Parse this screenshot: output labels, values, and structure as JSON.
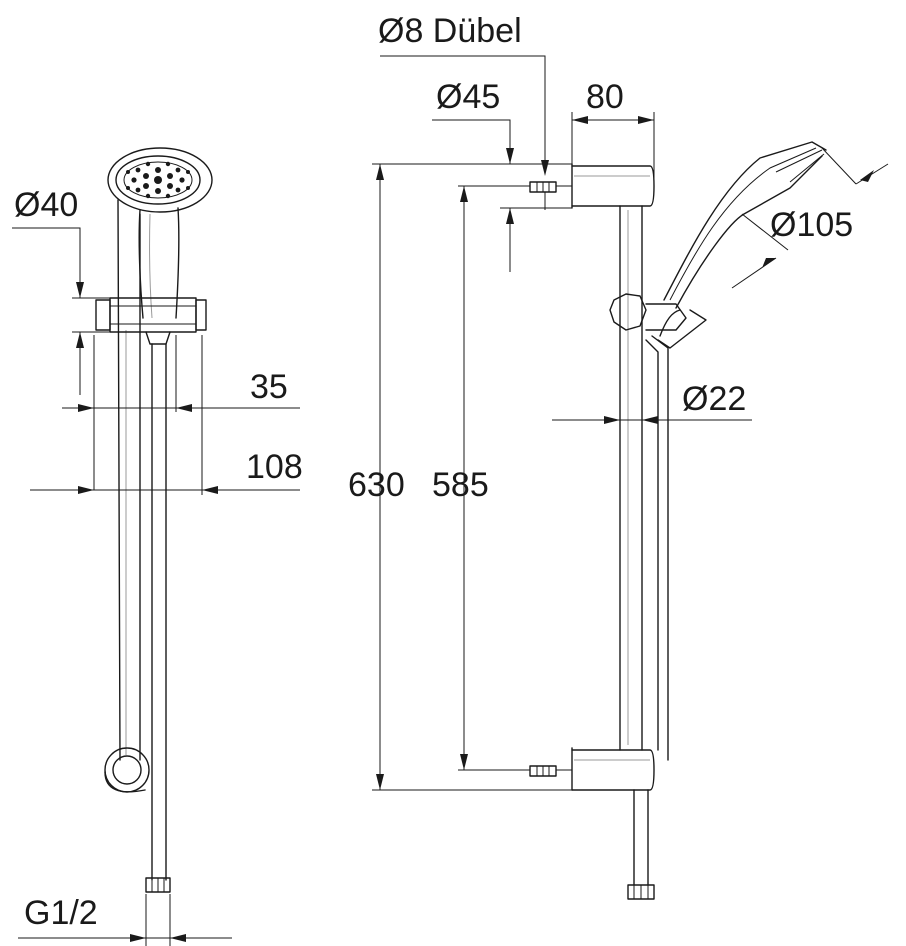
{
  "labels": {
    "dubel": "Ø8 Dübel",
    "d45": "Ø45",
    "w80": "80",
    "d40": "Ø40",
    "d105": "Ø105",
    "d22": "Ø22",
    "w35": "35",
    "w108": "108",
    "h630": "630",
    "h585": "585",
    "thread": "G1/2"
  }
}
